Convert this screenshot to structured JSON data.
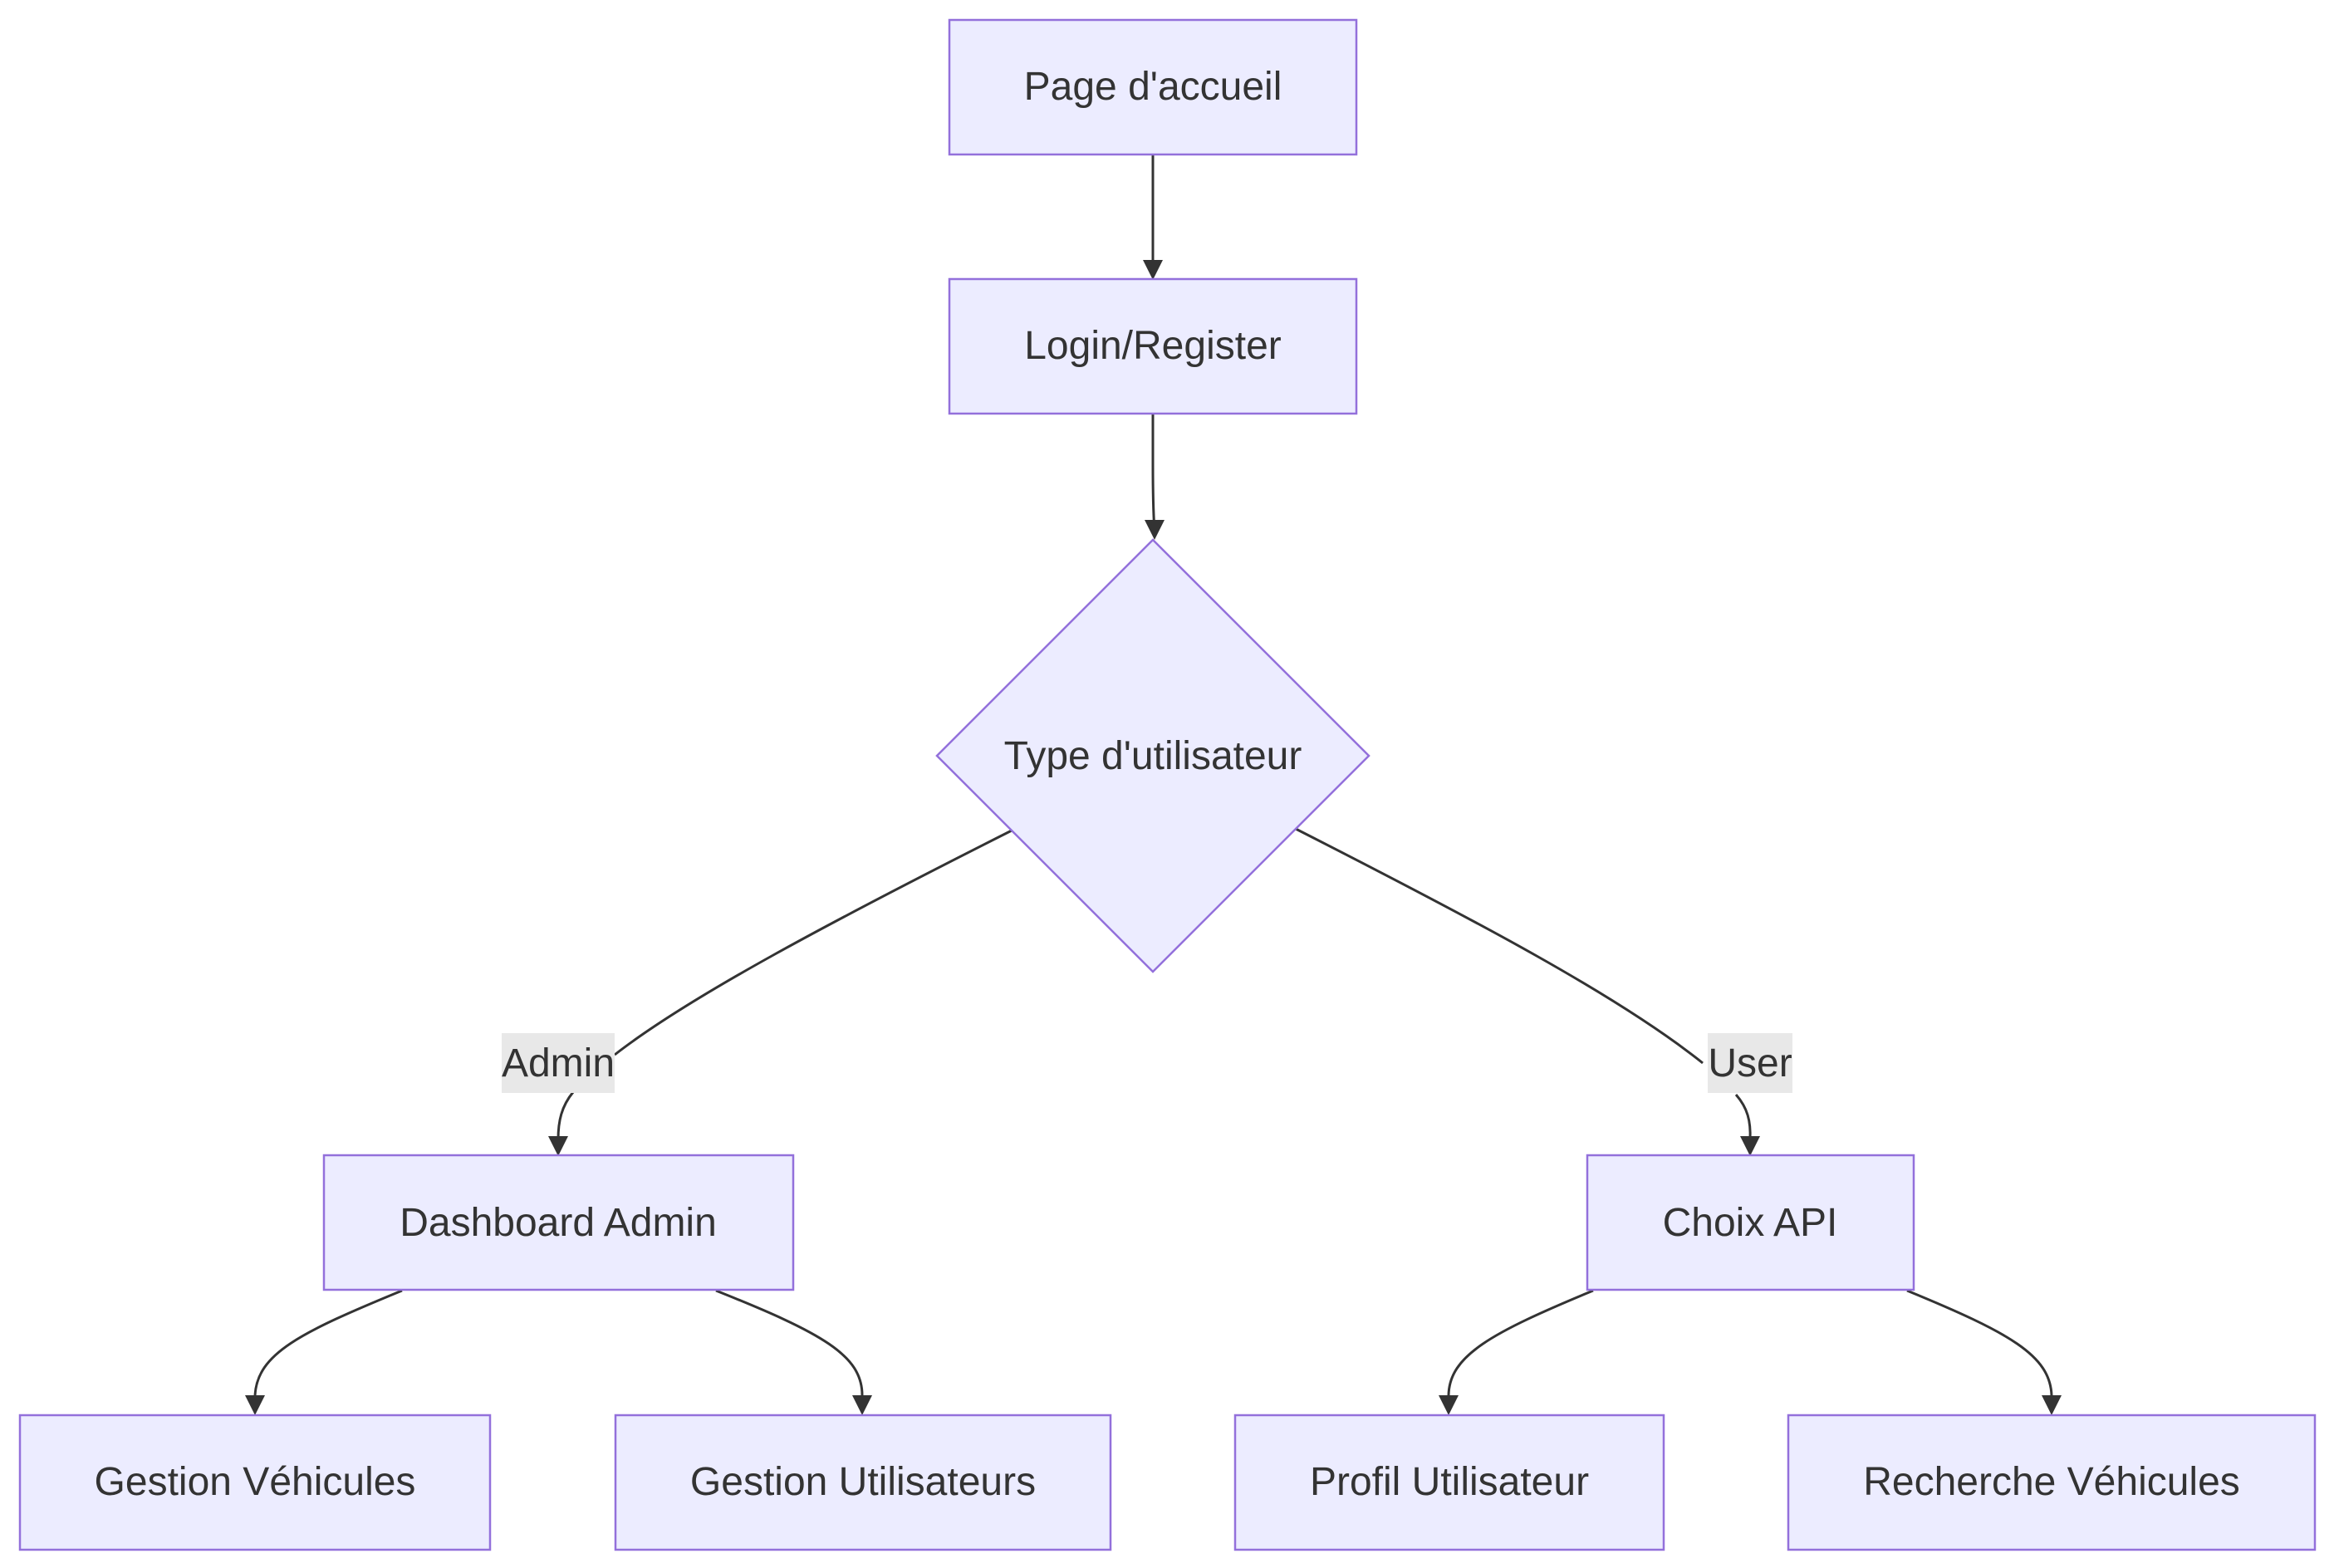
{
  "diagram": {
    "nodes": {
      "home": {
        "label": "Page d'accueil"
      },
      "login": {
        "label": "Login/Register"
      },
      "user_type": {
        "label": "Type d'utilisateur"
      },
      "admin_dashboard": {
        "label": "Dashboard Admin"
      },
      "choix_api": {
        "label": "Choix API"
      },
      "gestion_vehicules": {
        "label": "Gestion Véhicules"
      },
      "gestion_utilisateurs": {
        "label": "Gestion Utilisateurs"
      },
      "profil_utilisateur": {
        "label": "Profil Utilisateur"
      },
      "recherche_vehicules": {
        "label": "Recherche Véhicules"
      }
    },
    "edges": {
      "admin": {
        "label": "Admin"
      },
      "user": {
        "label": "User"
      }
    },
    "colors": {
      "node_fill": "#ececff",
      "node_stroke": "#9370db",
      "edge": "#333333",
      "text": "#333333",
      "edge_label_bg": "#e8e8e8"
    }
  }
}
